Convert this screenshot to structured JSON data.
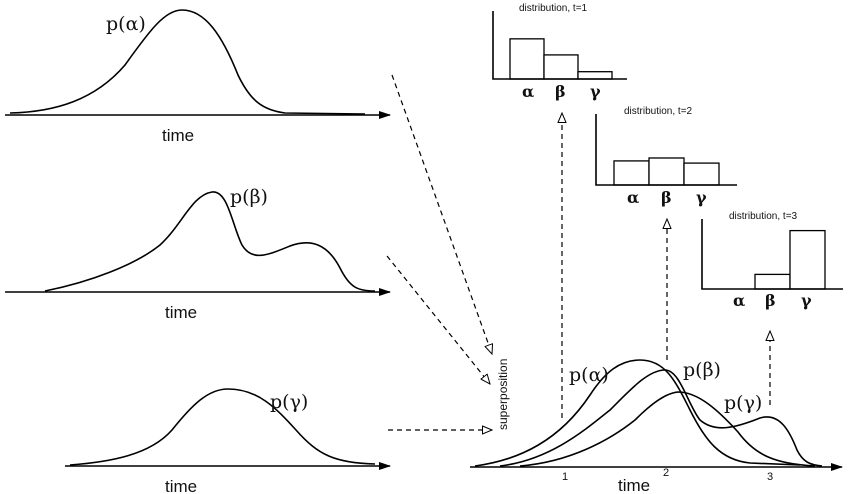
{
  "panels": {
    "alpha": {
      "curve_label": "p(α)",
      "axis_label": "time"
    },
    "beta": {
      "curve_label": "p(β)",
      "axis_label": "time"
    },
    "gamma": {
      "curve_label": "p(γ)",
      "axis_label": "time"
    }
  },
  "superposition": {
    "label": "superposition",
    "axis_label": "time",
    "curve_labels": [
      "p(α)",
      "p(β)",
      "p(γ)"
    ],
    "ticks": [
      "1",
      "2",
      "3"
    ]
  },
  "distributions": [
    {
      "title": "distribution, t=1",
      "categories": [
        "α",
        "β",
        "γ"
      ],
      "values": [
        0.55,
        0.33,
        0.1
      ]
    },
    {
      "title": "distribution, t=2",
      "categories": [
        "α",
        "β",
        "γ"
      ],
      "values": [
        0.33,
        0.37,
        0.3
      ]
    },
    {
      "title": "distribution, t=3",
      "categories": [
        "α",
        "β",
        "γ"
      ],
      "values": [
        0.0,
        0.2,
        0.8
      ]
    }
  ]
}
